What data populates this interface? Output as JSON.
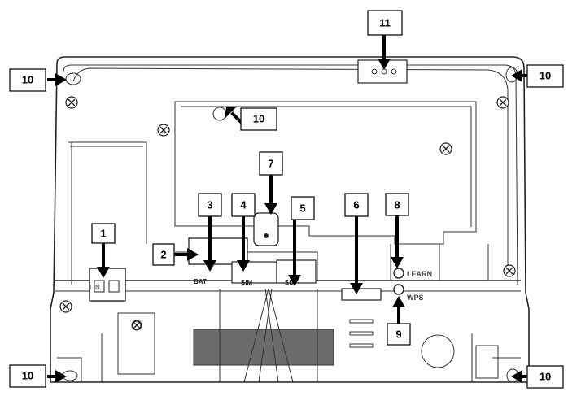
{
  "callouts": [
    {
      "id": "c1",
      "label": "1"
    },
    {
      "id": "c2",
      "label": "2"
    },
    {
      "id": "c3",
      "label": "3"
    },
    {
      "id": "c4",
      "label": "4"
    },
    {
      "id": "c5",
      "label": "5"
    },
    {
      "id": "c6",
      "label": "6"
    },
    {
      "id": "c7",
      "label": "7"
    },
    {
      "id": "c8",
      "label": "8"
    },
    {
      "id": "c9",
      "label": "9"
    },
    {
      "id": "c10_tl",
      "label": "10"
    },
    {
      "id": "c10_tr",
      "label": "10"
    },
    {
      "id": "c10_mid",
      "label": "10"
    },
    {
      "id": "c10_bl",
      "label": "10"
    },
    {
      "id": "c10_br",
      "label": "10"
    },
    {
      "id": "c11",
      "label": "11"
    }
  ],
  "board_labels": {
    "bat": "BAT",
    "sim": "SIM",
    "sd": "SD",
    "learn": "LEARN",
    "wps": "WPS",
    "terminal": "L    N"
  },
  "colors": {
    "outline": "#222222",
    "battery_pad": "#6b6b6b",
    "arrow": "#000000"
  }
}
